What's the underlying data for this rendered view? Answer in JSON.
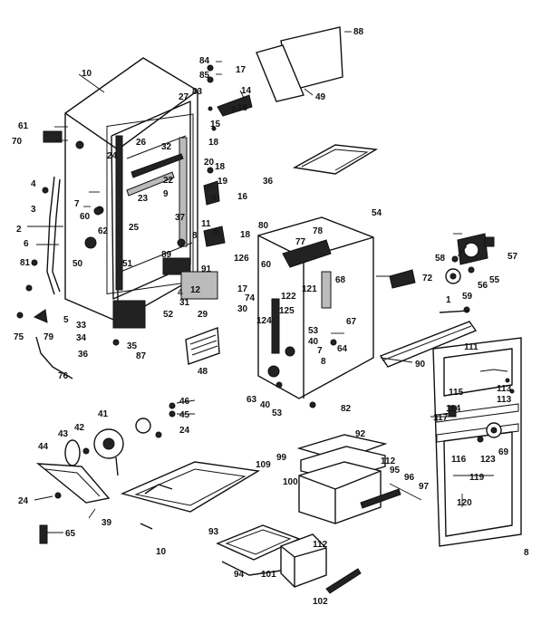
{
  "diagram": {
    "labels": [
      {
        "id": "l88",
        "text": "88"
      },
      {
        "id": "l49",
        "text": "49"
      },
      {
        "id": "l84",
        "text": "84"
      },
      {
        "id": "l85",
        "text": "85"
      },
      {
        "id": "l17a",
        "text": "17"
      },
      {
        "id": "l10a",
        "text": "10"
      },
      {
        "id": "l83",
        "text": "83"
      },
      {
        "id": "l27",
        "text": "27"
      },
      {
        "id": "l14",
        "text": "14"
      },
      {
        "id": "l15",
        "text": "15"
      },
      {
        "id": "l16a",
        "text": "16"
      },
      {
        "id": "l61",
        "text": "61"
      },
      {
        "id": "l70",
        "text": "70"
      },
      {
        "id": "l26",
        "text": "26"
      },
      {
        "id": "l32",
        "text": "32"
      },
      {
        "id": "l18a",
        "text": "18"
      },
      {
        "id": "l24a",
        "text": "24"
      },
      {
        "id": "l20",
        "text": "20"
      },
      {
        "id": "l18b",
        "text": "18"
      },
      {
        "id": "l19",
        "text": "19"
      },
      {
        "id": "l36a",
        "text": "36"
      },
      {
        "id": "l22",
        "text": "22"
      },
      {
        "id": "l23",
        "text": "23"
      },
      {
        "id": "l4a",
        "text": "4"
      },
      {
        "id": "l9",
        "text": "9"
      },
      {
        "id": "l16b",
        "text": "16"
      },
      {
        "id": "l3",
        "text": "3"
      },
      {
        "id": "l7a",
        "text": "7"
      },
      {
        "id": "l60a",
        "text": "60"
      },
      {
        "id": "l25",
        "text": "25"
      },
      {
        "id": "l37",
        "text": "37"
      },
      {
        "id": "l2",
        "text": "2"
      },
      {
        "id": "l11",
        "text": "11"
      },
      {
        "id": "l18c",
        "text": "18"
      },
      {
        "id": "l80",
        "text": "80"
      },
      {
        "id": "l54",
        "text": "54"
      },
      {
        "id": "l62",
        "text": "62"
      },
      {
        "id": "l6",
        "text": "6"
      },
      {
        "id": "l50",
        "text": "50"
      },
      {
        "id": "l8a",
        "text": "8"
      },
      {
        "id": "l77",
        "text": "77"
      },
      {
        "id": "l78",
        "text": "78"
      },
      {
        "id": "l81",
        "text": "81"
      },
      {
        "id": "l89",
        "text": "89"
      },
      {
        "id": "l126",
        "text": "126"
      },
      {
        "id": "l91",
        "text": "91"
      },
      {
        "id": "l51",
        "text": "51"
      },
      {
        "id": "l60b",
        "text": "60"
      },
      {
        "id": "l58",
        "text": "58"
      },
      {
        "id": "l57",
        "text": "57"
      },
      {
        "id": "l55",
        "text": "55"
      },
      {
        "id": "l56",
        "text": "56"
      },
      {
        "id": "l59",
        "text": "59"
      },
      {
        "id": "l68",
        "text": "68"
      },
      {
        "id": "l72",
        "text": "72"
      },
      {
        "id": "l1",
        "text": "1"
      },
      {
        "id": "l121",
        "text": "121"
      },
      {
        "id": "l122",
        "text": "122"
      },
      {
        "id": "l17b",
        "text": "17"
      },
      {
        "id": "l74",
        "text": "74"
      },
      {
        "id": "l4b",
        "text": "4"
      },
      {
        "id": "l12",
        "text": "12"
      },
      {
        "id": "l30",
        "text": "30"
      },
      {
        "id": "l31",
        "text": "31"
      },
      {
        "id": "l5",
        "text": "5"
      },
      {
        "id": "l33",
        "text": "33"
      },
      {
        "id": "l29",
        "text": "29"
      },
      {
        "id": "l125",
        "text": "125"
      },
      {
        "id": "l124",
        "text": "124"
      },
      {
        "id": "l52",
        "text": "52"
      },
      {
        "id": "l34",
        "text": "34"
      },
      {
        "id": "l53a",
        "text": "53"
      },
      {
        "id": "l67",
        "text": "67"
      },
      {
        "id": "l75",
        "text": "75"
      },
      {
        "id": "l79",
        "text": "79"
      },
      {
        "id": "l35",
        "text": "35"
      },
      {
        "id": "l40a",
        "text": "40"
      },
      {
        "id": "l64",
        "text": "64"
      },
      {
        "id": "l36b",
        "text": "36"
      },
      {
        "id": "l87",
        "text": "87"
      },
      {
        "id": "l7b",
        "text": "7"
      },
      {
        "id": "l8b",
        "text": "8"
      },
      {
        "id": "l90",
        "text": "90"
      },
      {
        "id": "l111",
        "text": "111"
      },
      {
        "id": "l48",
        "text": "48"
      },
      {
        "id": "l76",
        "text": "76"
      },
      {
        "id": "l63",
        "text": "63"
      },
      {
        "id": "l40b",
        "text": "40"
      },
      {
        "id": "l53b",
        "text": "53"
      },
      {
        "id": "l82",
        "text": "82"
      },
      {
        "id": "l115",
        "text": "115"
      },
      {
        "id": "l113a",
        "text": "113"
      },
      {
        "id": "l113b",
        "text": "113"
      },
      {
        "id": "l46",
        "text": "46"
      },
      {
        "id": "l45",
        "text": "45"
      },
      {
        "id": "l117",
        "text": "117"
      },
      {
        "id": "l114",
        "text": "114"
      },
      {
        "id": "l41",
        "text": "41"
      },
      {
        "id": "l24b",
        "text": "24"
      },
      {
        "id": "l43",
        "text": "43"
      },
      {
        "id": "l42",
        "text": "42"
      },
      {
        "id": "l92",
        "text": "92"
      },
      {
        "id": "l116",
        "text": "116"
      },
      {
        "id": "l123",
        "text": "123"
      },
      {
        "id": "l69",
        "text": "69"
      },
      {
        "id": "l44",
        "text": "44"
      },
      {
        "id": "l109",
        "text": "109"
      },
      {
        "id": "l99",
        "text": "99"
      },
      {
        "id": "l112a",
        "text": "112"
      },
      {
        "id": "l95",
        "text": "95"
      },
      {
        "id": "l96",
        "text": "96"
      },
      {
        "id": "l119",
        "text": "119"
      },
      {
        "id": "l100",
        "text": "100"
      },
      {
        "id": "l97",
        "text": "97"
      },
      {
        "id": "l24c",
        "text": "24"
      },
      {
        "id": "l120",
        "text": "120"
      },
      {
        "id": "l39",
        "text": "39"
      },
      {
        "id": "l65",
        "text": "65"
      },
      {
        "id": "l93",
        "text": "93"
      },
      {
        "id": "l112b",
        "text": "112"
      },
      {
        "id": "l10b",
        "text": "10"
      },
      {
        "id": "l94",
        "text": "94"
      },
      {
        "id": "l101",
        "text": "101"
      },
      {
        "id": "l102",
        "text": "102"
      },
      {
        "id": "l8c",
        "text": "8"
      }
    ]
  }
}
